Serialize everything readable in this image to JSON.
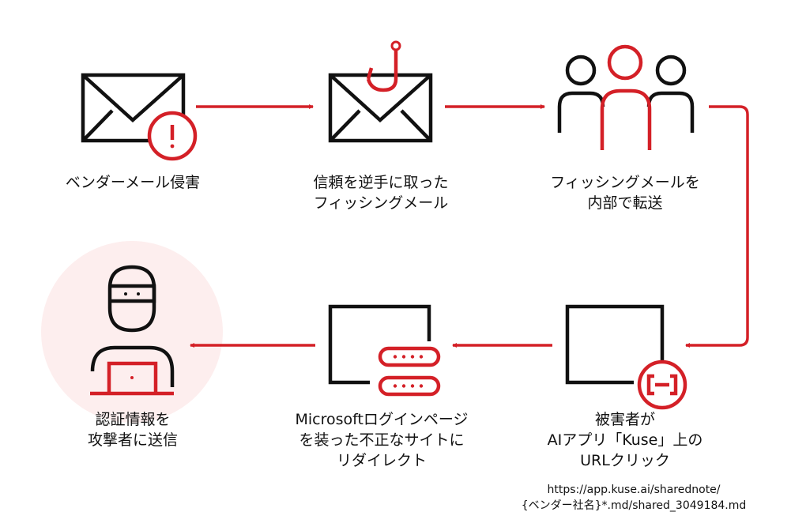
{
  "colors": {
    "accent": "#d42027",
    "ink": "#111111",
    "highlight_bg": "#fdeeee"
  },
  "steps": [
    {
      "id": "vendor-email-compromise",
      "icon": "envelope-alert-icon",
      "lines": [
        "ベンダーメール侵害"
      ]
    },
    {
      "id": "trusted-phishing",
      "icon": "envelope-hook-icon",
      "lines": [
        "信頼を逆手に取った",
        "フィッシングメール"
      ]
    },
    {
      "id": "internal-forward",
      "icon": "people-group-icon",
      "lines": [
        "フィッシングメールを",
        "内部で転送"
      ]
    },
    {
      "id": "victim-click",
      "icon": "window-link-icon",
      "lines": [
        "被害者が",
        "AIアプリ「Kuse」上の",
        "URLクリック"
      ]
    },
    {
      "id": "redirect",
      "icon": "window-server-icon",
      "lines": [
        "Microsoftログインページ",
        "を装った不正なサイトに",
        "リダイレクト"
      ]
    },
    {
      "id": "credentials-sent",
      "icon": "hacker-laptop-icon",
      "lines": [
        "認証情報を",
        "攻撃者に送信"
      ]
    }
  ],
  "url_lines": [
    "https://app.kuse.ai/sharednote/",
    "{ベンダー社名}*.md/shared_3049184.md"
  ]
}
